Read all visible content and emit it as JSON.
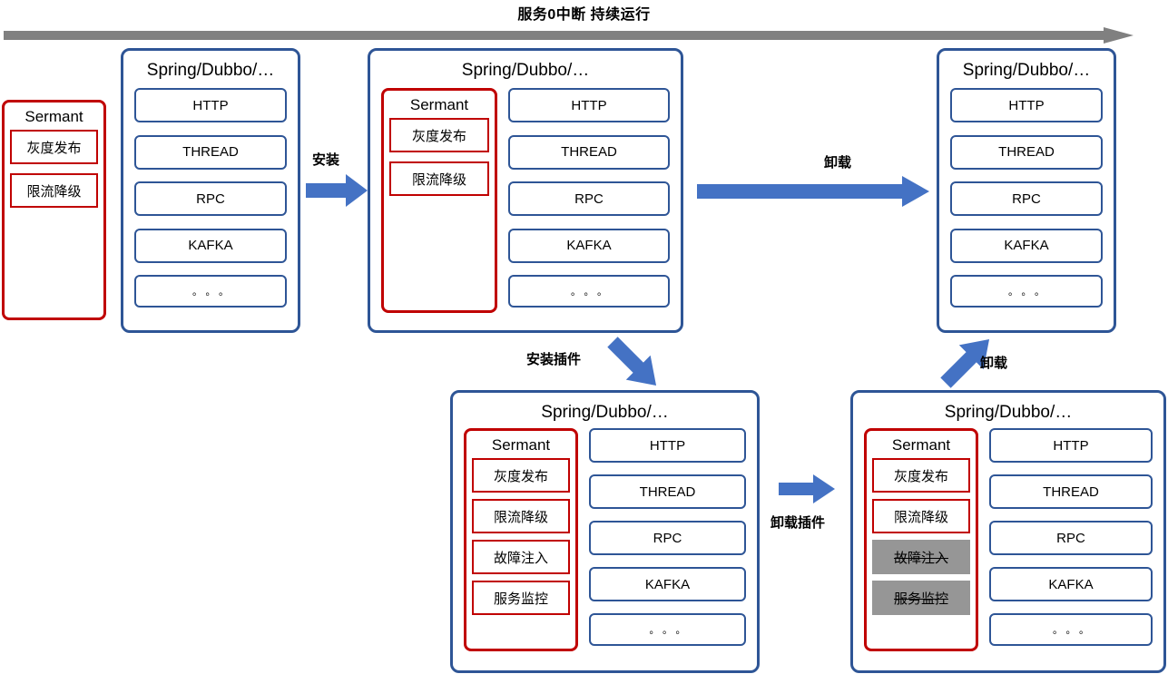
{
  "banner": {
    "title": "服务0中断 持续运行",
    "arrow_color": "#808080"
  },
  "colors": {
    "panel_border": "#2E5596",
    "module_border": "#2E5596",
    "sermant_border": "#C00000",
    "plugin_border": "#C00000",
    "disabled_fill": "#969696",
    "arrow_blue": "#4472C4",
    "arrow_gray": "#808080"
  },
  "labels": {
    "app_title": "Spring/Dubbo/…",
    "sermant_title": "Sermant",
    "dots": "。。。"
  },
  "modules": [
    "HTTP",
    "THREAD",
    "RPC",
    "KAFKA",
    "。。。"
  ],
  "plugins": {
    "gray_release": "灰度发布",
    "rate_limit": "限流降级",
    "fault_injection": "故障注入",
    "service_monitor": "服务监控"
  },
  "panels": [
    {
      "id": "panel-standalone-sermant",
      "title": "",
      "sermant": {
        "title": "Sermant",
        "plugins": [
          {
            "label": "灰度发布",
            "disabled": false
          },
          {
            "label": "限流降级",
            "disabled": false
          }
        ]
      },
      "modules": []
    },
    {
      "id": "panel-app-before-install",
      "title": "Spring/Dubbo/…",
      "sermant": null,
      "modules": [
        "HTTP",
        "THREAD",
        "RPC",
        "KAFKA",
        "。。。"
      ]
    },
    {
      "id": "panel-app-with-sermant",
      "title": "Spring/Dubbo/…",
      "sermant": {
        "title": "Sermant",
        "plugins": [
          {
            "label": "灰度发布",
            "disabled": false
          },
          {
            "label": "限流降级",
            "disabled": false
          }
        ]
      },
      "modules": [
        "HTTP",
        "THREAD",
        "RPC",
        "KAFKA",
        "。。。"
      ]
    },
    {
      "id": "panel-app-after-uninstall",
      "title": "Spring/Dubbo/…",
      "sermant": null,
      "modules": [
        "HTTP",
        "THREAD",
        "RPC",
        "KAFKA",
        "。。。"
      ]
    },
    {
      "id": "panel-app-plugins-installed",
      "title": "Spring/Dubbo/…",
      "sermant": {
        "title": "Sermant",
        "plugins": [
          {
            "label": "灰度发布",
            "disabled": false
          },
          {
            "label": "限流降级",
            "disabled": false
          },
          {
            "label": "故障注入",
            "disabled": false
          },
          {
            "label": "服务监控",
            "disabled": false
          }
        ]
      },
      "modules": [
        "HTTP",
        "THREAD",
        "RPC",
        "KAFKA",
        "。。。"
      ]
    },
    {
      "id": "panel-app-plugins-uninstalled",
      "title": "Spring/Dubbo/…",
      "sermant": {
        "title": "Sermant",
        "plugins": [
          {
            "label": "灰度发布",
            "disabled": false
          },
          {
            "label": "限流降级",
            "disabled": false
          },
          {
            "label": "故障注入",
            "disabled": true
          },
          {
            "label": "服务监控",
            "disabled": true
          }
        ]
      },
      "modules": [
        "HTTP",
        "THREAD",
        "RPC",
        "KAFKA",
        "。。。"
      ]
    }
  ],
  "arrows": [
    {
      "id": "arrow-install",
      "label": "安装",
      "direction": "right"
    },
    {
      "id": "arrow-uninstall-top",
      "label": "卸载",
      "direction": "right"
    },
    {
      "id": "arrow-install-plugin",
      "label": "安装插件",
      "direction": "down-right"
    },
    {
      "id": "arrow-uninstall-plugin",
      "label": "卸载插件",
      "direction": "right"
    },
    {
      "id": "arrow-uninstall-bottom",
      "label": "卸载",
      "direction": "up-right"
    }
  ]
}
